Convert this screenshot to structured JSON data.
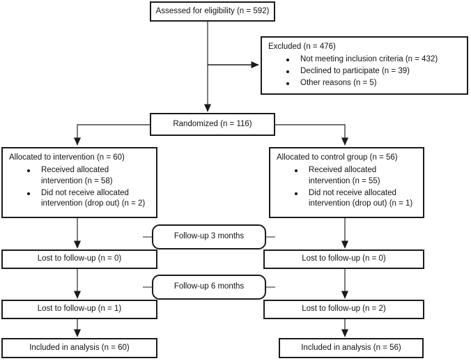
{
  "diagram": {
    "type": "CONSORT participant flow diagram",
    "nodes": {
      "enrollment": {
        "assessed": "Assessed for eligibility (n = 592)",
        "excluded_title": "Excluded (n = 476)",
        "excluded_reasons": [
          "Not meeting inclusion criteria (n = 432)",
          "Declined to participate (n = 39)",
          "Other reasons (n = 5)"
        ],
        "randomized": "Randomized (n = 116)"
      },
      "allocation": {
        "left_title": "Allocated to intervention (n = 60)",
        "left_items": [
          "Received allocated intervention (n = 58)",
          "Did not receive allocated intervention (drop out) (n = 2)"
        ],
        "right_title": "Allocated to control group (n = 56)",
        "right_items": [
          "Received allocated intervention (n = 55)",
          "Did not receive allocated intervention (drop out) (n = 1)"
        ]
      },
      "followup_3": {
        "label": "Follow-up 3 months",
        "left": "Lost to follow-up (n = 0)",
        "right": "Lost to follow-up (n = 0)"
      },
      "followup_6": {
        "label": "Follow-up 6 months",
        "left": "Lost to follow-up (n = 1)",
        "right": "Lost to follow-up (n = 2)"
      },
      "analysis": {
        "left": "Included in analysis (n = 60)",
        "right": "Included in analysis (n = 56)"
      }
    },
    "colors": {
      "border": "#1a1a1a",
      "connector": "#444444",
      "text": "#111111",
      "background": "#ffffff"
    }
  }
}
